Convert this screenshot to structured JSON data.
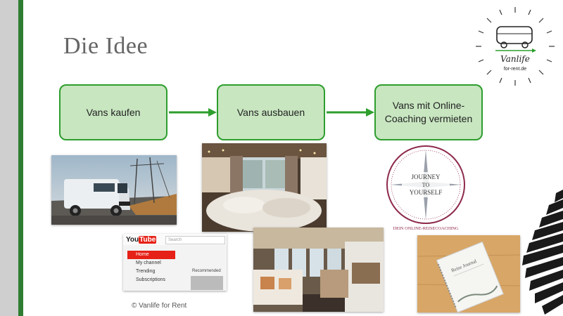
{
  "title": "Die Idee",
  "steps": [
    {
      "label": "Vans kaufen"
    },
    {
      "label": "Vans ausbauen"
    },
    {
      "label": "Vans mit Online-Coaching vermieten"
    }
  ],
  "youtube": {
    "brand": "You",
    "brand_tube": "Tube",
    "search": "Search",
    "menu": [
      "Home",
      "My channel",
      "Trending",
      "Subscriptions"
    ],
    "recommended": "Recommended"
  },
  "journey": {
    "line1": "JOURNEY",
    "line2": "TO",
    "line3": "YOURSELF",
    "caption": "DEIN ONLINE-REISECOACHING"
  },
  "brand_logo": {
    "name": "Vanlife",
    "domain": "for-rent.de"
  },
  "notebook_title": "Reise Journal",
  "footer": "© Vanlife for Rent",
  "colors": {
    "accent_green": "#2e7d32",
    "box_fill": "#c8e6c0",
    "box_border": "#2e9e2e",
    "youtube_red": "#e62117"
  }
}
